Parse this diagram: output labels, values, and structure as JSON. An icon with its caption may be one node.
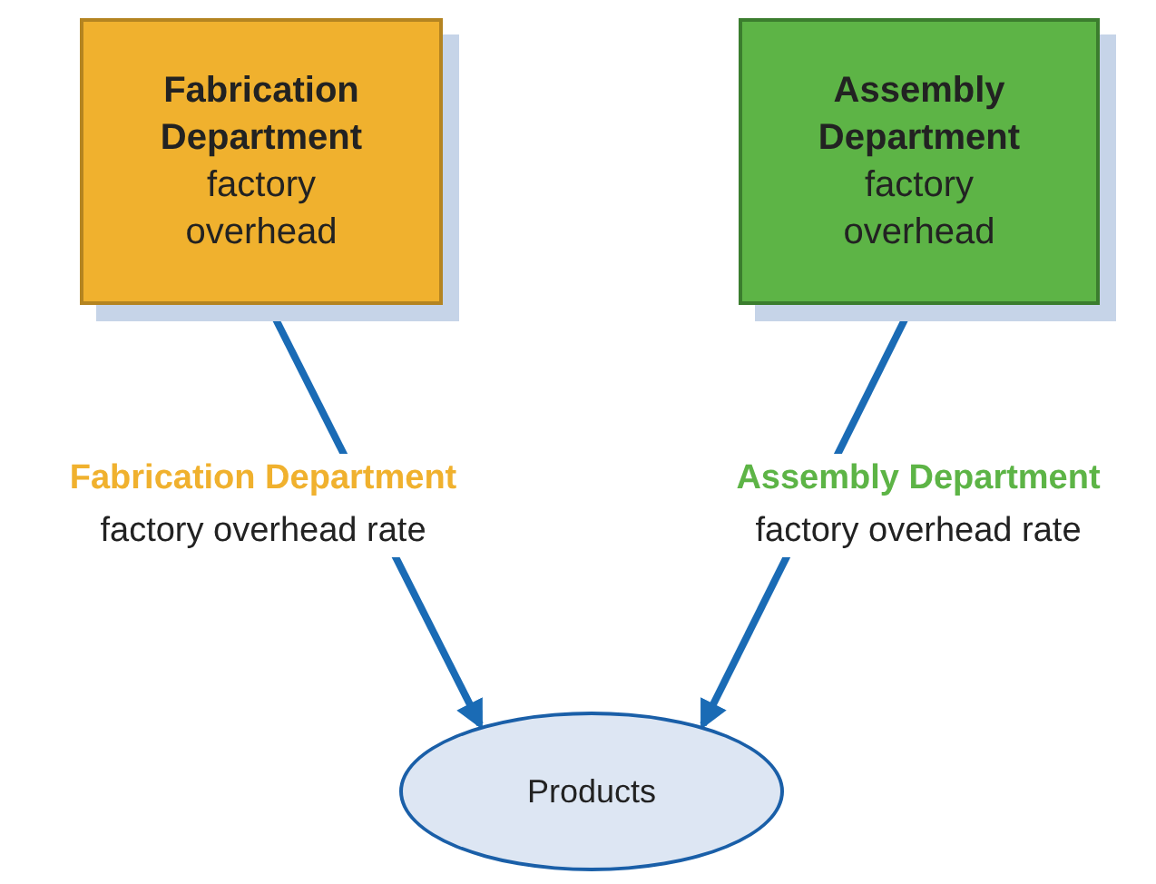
{
  "diagram": {
    "nodes": [
      {
        "text": [
          "Fabrication Department",
          "factory overhead"
        ]
      },
      {
        "text": [
          "Assembly Department",
          "factory overhead"
        ]
      },
      {
        "text": [
          "Products"
        ]
      }
    ],
    "edges": [
      {
        "from": 0,
        "to": 2,
        "arrow": "to",
        "label": "**Fabrication Department** factory overhead rate"
      },
      {
        "from": 1,
        "to": 2,
        "arrow": "to",
        "label": "**Assembly Department** factory overhead rate"
      }
    ]
  }
}
